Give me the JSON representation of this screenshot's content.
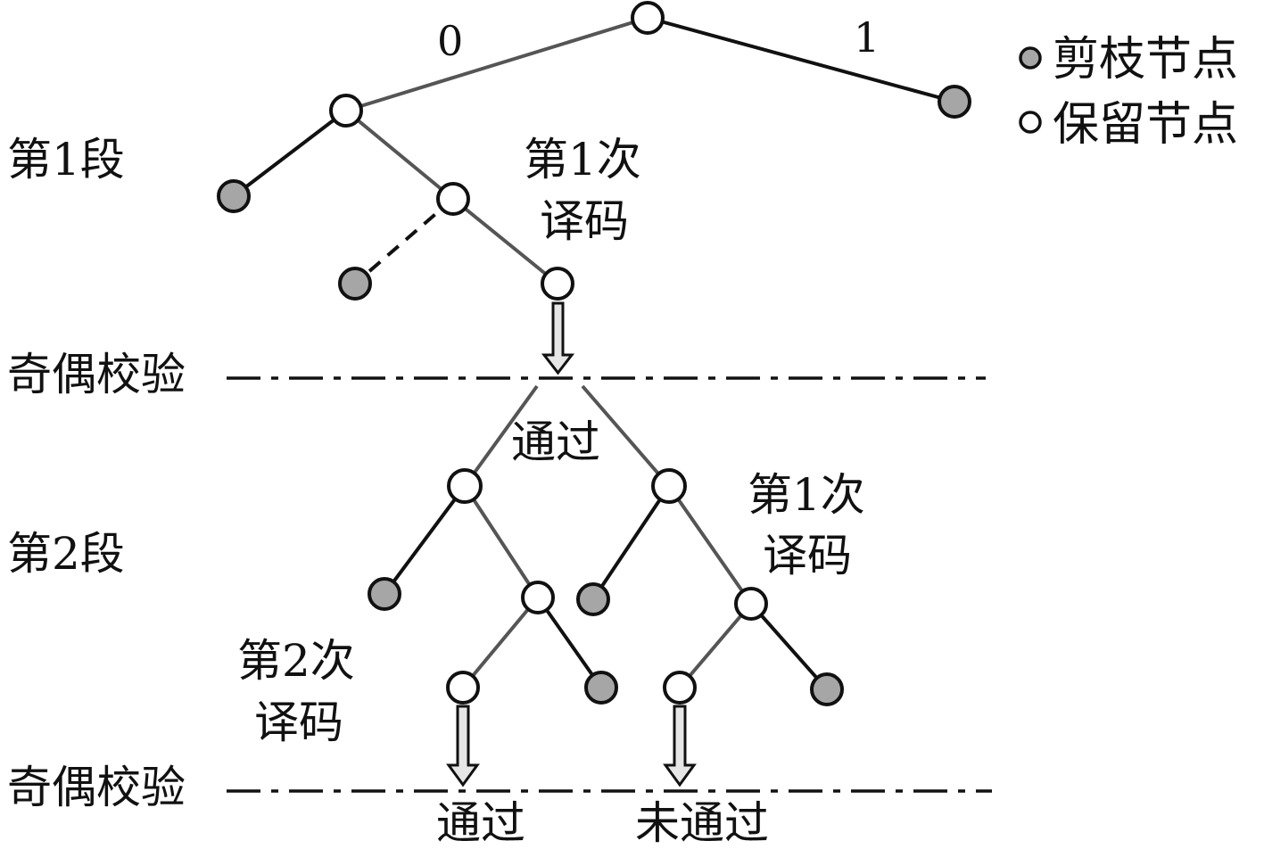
{
  "colors": {
    "pruned_fill": "#a6a6a6",
    "kept_fill": "#ffffff",
    "stroke_dark": "#111111",
    "stroke_gray": "#555555",
    "arrow_fill": "#e6e6e6"
  },
  "legend": {
    "pruned": "剪枝节点",
    "kept": "保留节点"
  },
  "branch_labels": {
    "zero": "0",
    "one": "1"
  },
  "stages": {
    "stage1": "第1段",
    "stage2": "第2段"
  },
  "parity": {
    "check1": "奇偶校验",
    "check2": "奇偶校验"
  },
  "annotations": {
    "decode1_stage1": [
      "第1次",
      "译码"
    ],
    "pass1": "通过",
    "decode1_stage2": [
      "第1次",
      "译码"
    ],
    "decode2_stage2": [
      "第2次",
      "译码"
    ],
    "pass2": "通过",
    "fail2": "未通过"
  }
}
